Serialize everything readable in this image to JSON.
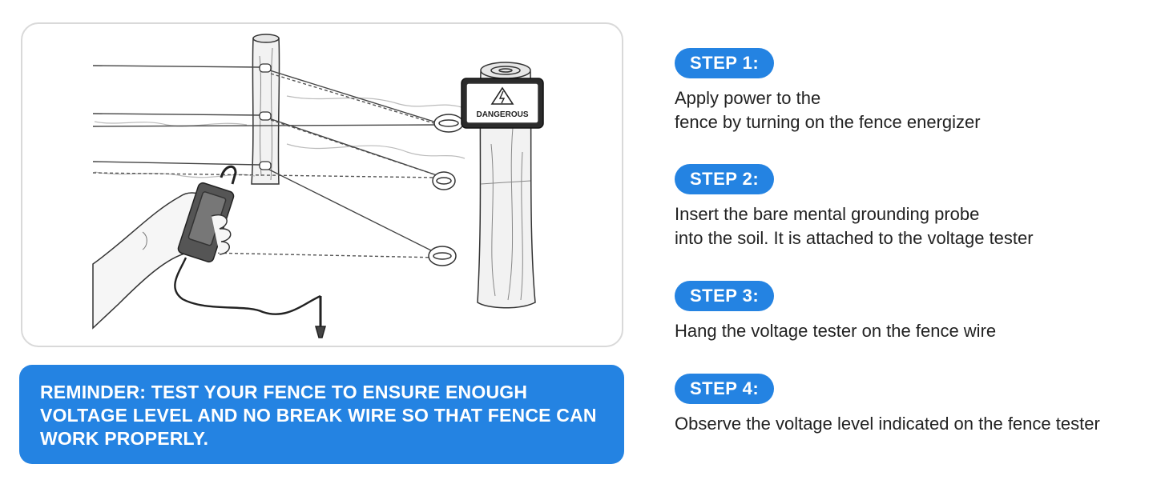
{
  "illustration": {
    "sign_text": "DANGEROUS"
  },
  "reminder": {
    "text": "REMINDER: TEST YOUR FENCE TO ENSURE ENOUGH VOLTAGE LEVEL AND NO BREAK WIRE SO THAT FENCE CAN WORK PROPERLY."
  },
  "steps": [
    {
      "label": "STEP 1:",
      "lines": [
        "Apply power to the",
        "fence by turning on the fence energizer"
      ]
    },
    {
      "label": "STEP 2:",
      "lines": [
        "Insert the bare mental grounding probe",
        "into the soil. It is attached to the voltage tester"
      ]
    },
    {
      "label": "STEP 3:",
      "lines": [
        "Hang the voltage tester on the fence wire"
      ]
    },
    {
      "label": "STEP 4:",
      "lines": [
        "Observe the voltage level indicated on the fence tester"
      ]
    }
  ],
  "colors": {
    "accent": "#2483e2",
    "text": "#222222"
  }
}
